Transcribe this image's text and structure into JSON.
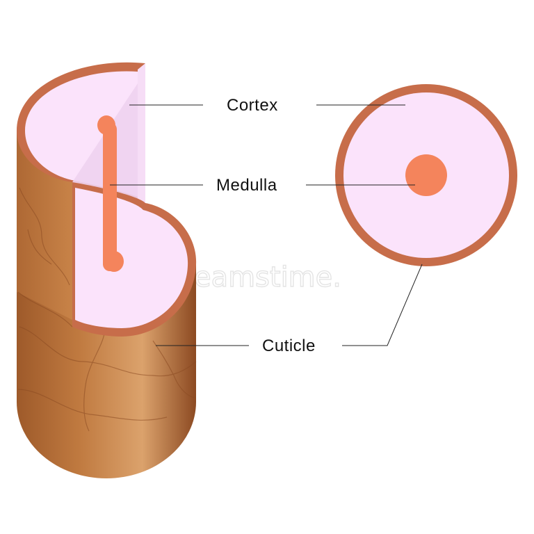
{
  "labels": {
    "cortex": "Cortex",
    "medulla": "Medulla",
    "cuticle": "Cuticle"
  },
  "watermark": "dreamstime.",
  "colors": {
    "cuticle_dark": "#a65a28",
    "cuticle_mid": "#c77c40",
    "cuticle_light": "#dba06a",
    "cuticle_rim": "#c76d4a",
    "cortex": "#fbe3fb",
    "medulla": "#f4845c",
    "line": "#222222"
  }
}
